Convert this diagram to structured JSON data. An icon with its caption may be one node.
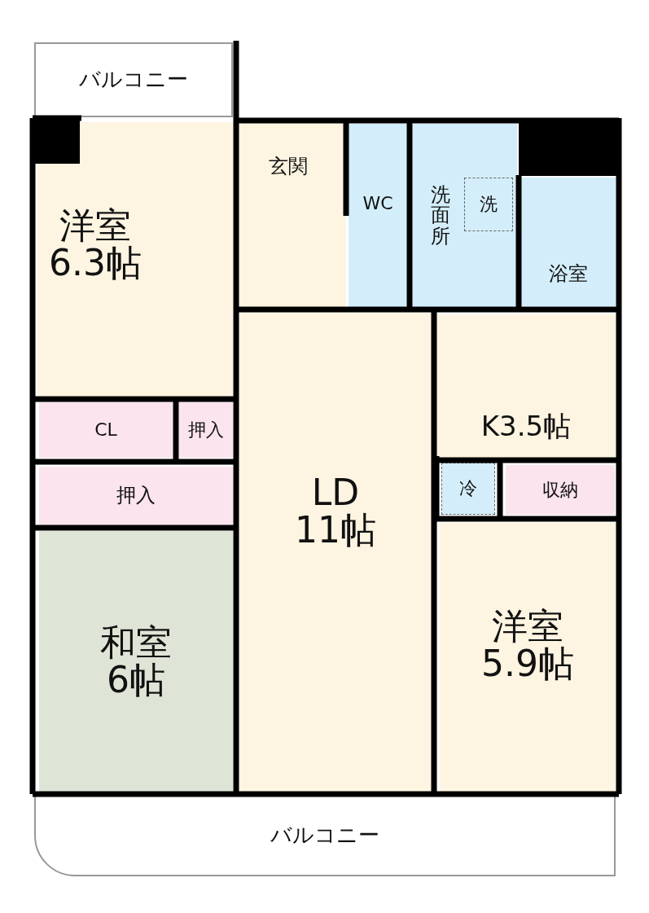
{
  "diagram": {
    "nodes": [
      {
        "text": [
          "バルコニー"
        ]
      },
      {
        "text": [
          "玄関"
        ]
      },
      {
        "text": [
          "WC"
        ]
      },
      {
        "text": [
          "洗面所"
        ]
      },
      {
        "text": [
          "洗"
        ],
        "in": 3
      },
      {
        "text": [
          "浴室"
        ]
      },
      {
        "text": [
          "洋室6.3帖"
        ]
      },
      {
        "text": [
          "LD11帖"
        ]
      },
      {
        "text": [
          "K3.5帖"
        ]
      },
      {
        "text": [
          "CL"
        ]
      },
      {
        "text": [
          "押入"
        ]
      },
      {
        "text": [
          "冷"
        ]
      },
      {
        "text": [
          "収納"
        ]
      },
      {
        "text": [
          "押入"
        ]
      },
      {
        "text": [
          "和室6帖"
        ]
      },
      {
        "text": [
          "洋室5.9帖"
        ]
      },
      {
        "text": [
          "バルコニー"
        ]
      }
    ]
  }
}
